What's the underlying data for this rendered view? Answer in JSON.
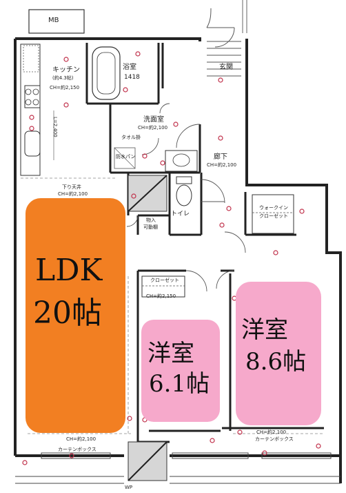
{
  "ldk": {
    "name": "LDK",
    "size": "20帖"
  },
  "western1": {
    "name": "洋室",
    "size": "6.1帖"
  },
  "western2": {
    "name": "洋室",
    "size": "8.6帖"
  },
  "labels": {
    "mb": "MB",
    "kitchen": "キッチン",
    "kitchen_size": "(約4.3帖)",
    "kitchen_ch": "CH=約2,150",
    "bath": "浴室",
    "bath_size": "1418",
    "washroom": "洗面室",
    "washroom_ch": "CH=約2,100",
    "hallway": "廊下",
    "hallway_ch": "CH=約2,100",
    "genkan": "玄関",
    "toilet": "トイレ",
    "storage": "物入",
    "closet": "クローゼット",
    "walkin": "ウォークイン",
    "walkin2": "クローゼット",
    "sagari": "下り天井",
    "sagari_ch": "CH=約2,100",
    "ldk_ch": "CH=約2,100",
    "closet_ch": "CH=約2,150",
    "w2_ch": "CH=約2,100",
    "curtain": "カーテンボックス",
    "curtain2": "カーテンボックス",
    "wp": "WP",
    "l_mark": "L=2,400",
    "drain": "防水パン",
    "shelf": "可動棚",
    "towel": "タオル掛"
  }
}
